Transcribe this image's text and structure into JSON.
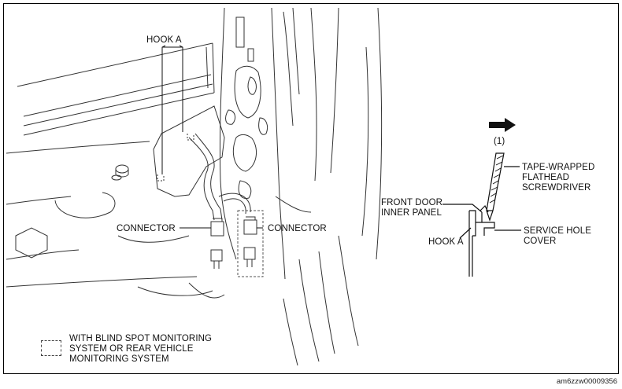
{
  "labels": {
    "hook_a_top": "HOOK A",
    "connector_left": "CONNECTOR",
    "connector_right": "CONNECTOR",
    "tool_step": "(1)",
    "tape_line1": "TAPE-WRAPPED",
    "tape_line2": "FLATHEAD",
    "tape_line3": "SCREWDRIVER",
    "front_door_line1": "FRONT DOOR",
    "front_door_line2": "INNER PANEL",
    "hook_a_detail": "HOOK A",
    "service_line1": "SERVICE HOLE",
    "service_line2": "COVER"
  },
  "legend": {
    "line1": "WITH BLIND SPOT MONITORING",
    "line2": "SYSTEM OR REAR VEHICLE",
    "line3": "MONITORING SYSTEM"
  },
  "figure_code": "am6zzw00009356",
  "icons": {
    "direction": "arrow-right-icon"
  }
}
